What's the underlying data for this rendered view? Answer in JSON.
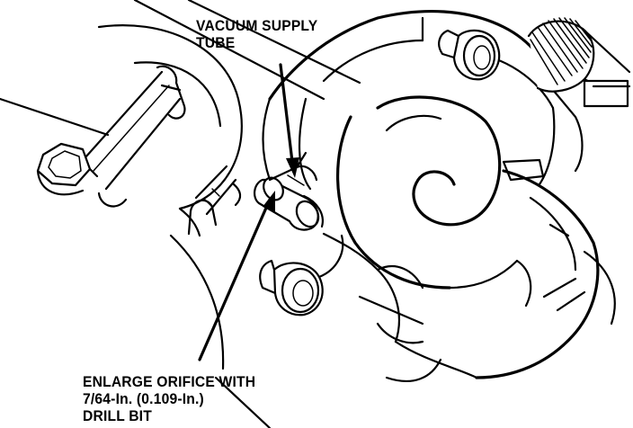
{
  "labels": {
    "vacuum_supply_tube": [
      "VACUUM SUPPLY",
      "TUBE"
    ],
    "enlarge_orifice": [
      "ENLARGE ORIFICE WITH",
      "7/64-In. (0.109-In.)",
      "DRILL BIT"
    ]
  },
  "colors": {
    "line": "#000000",
    "background": "#ffffff"
  }
}
